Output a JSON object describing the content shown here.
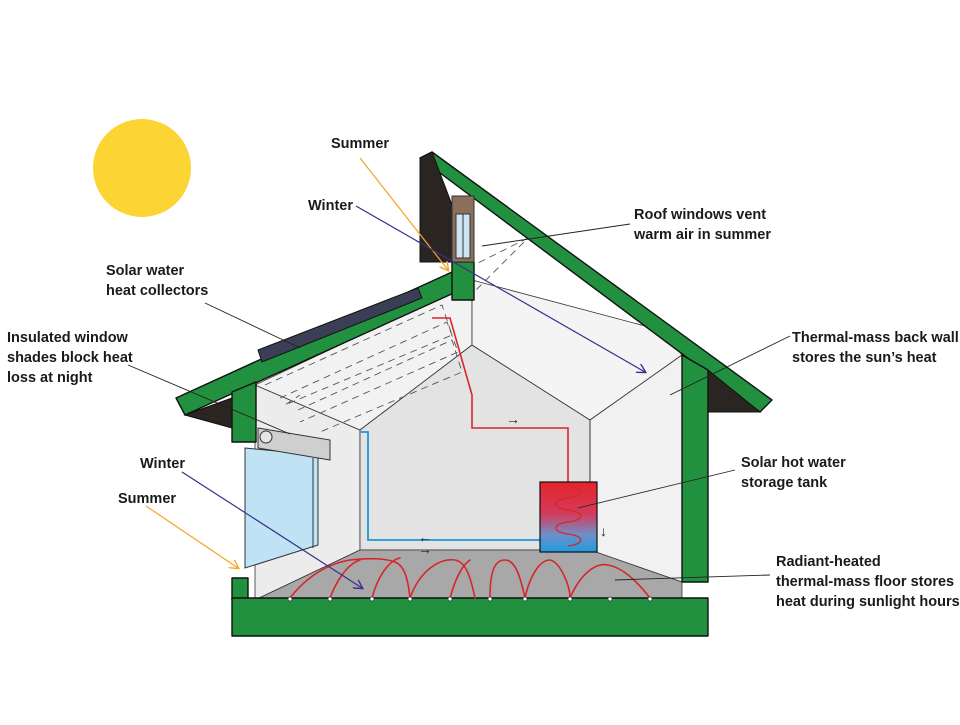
{
  "labels": {
    "summer_top": "Summer",
    "winter_top": "Winter",
    "roof_windows": [
      "Roof windows vent",
      "warm air in summer"
    ],
    "solar_collectors": [
      "Solar water",
      "heat collectors"
    ],
    "window_shades": [
      "Insulated window",
      "shades block heat",
      "loss at night"
    ],
    "back_wall": [
      "Thermal-mass back wall",
      "stores the sun’s heat"
    ],
    "winter_left": "Winter",
    "summer_left": "Summer",
    "storage_tank": [
      "Solar hot water",
      "storage tank"
    ],
    "floor": [
      "Radiant-heated",
      "thermal-mass floor stores",
      "heat during sunlight hours"
    ]
  },
  "flow_arrows": {
    "right": "→",
    "left": "←",
    "down": "↓"
  },
  "colors": {
    "frame_green": "#21913f",
    "sun_yellow": "#fcd535",
    "summer_ray": "#f5a623",
    "winter_ray": "#3a2f8f",
    "pipe_red": "#d7262b",
    "pipe_blue": "#2196d8",
    "floor_grey": "#a8a8a8",
    "window_blue": "#bfe3f5",
    "collector": "#3b3f55"
  },
  "icons": [
    "sun-icon",
    "solar-collector-icon",
    "storage-tank-icon",
    "roof-window-icon",
    "window-icon"
  ]
}
